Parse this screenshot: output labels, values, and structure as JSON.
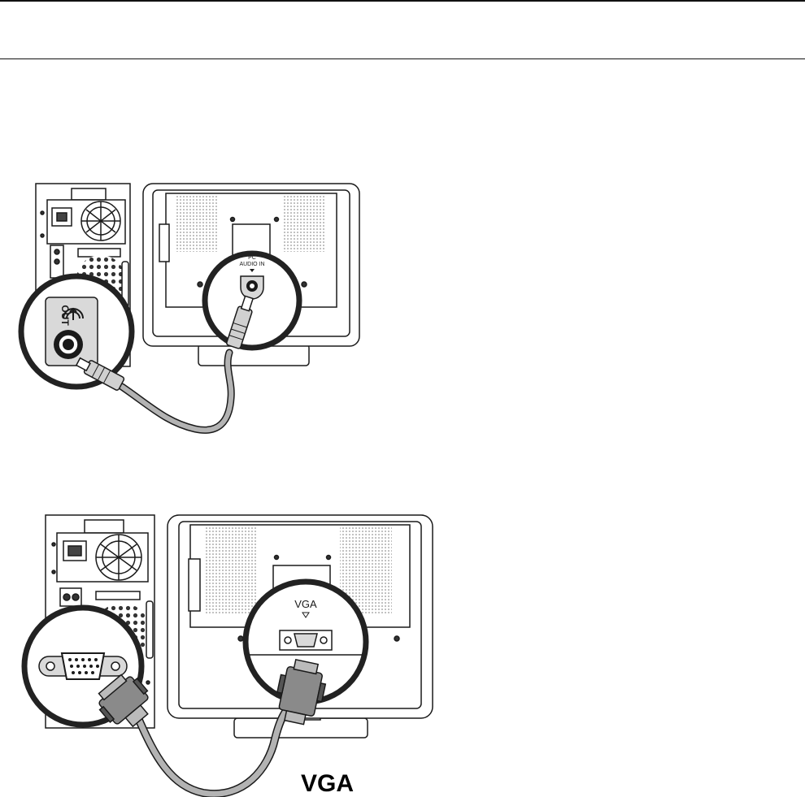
{
  "figure_audio": {
    "port_out_label": "OUT",
    "monitor_port_line1": "PC",
    "monitor_port_line2": "AUDIO IN"
  },
  "figure_vga": {
    "monitor_port_label": "VGA",
    "caption": "VGA"
  },
  "colors": {
    "line": "#1a1a1a",
    "cable": "#b3b3b3",
    "callout_ring": "#222222",
    "callout_bg": "#d9d9d9"
  }
}
